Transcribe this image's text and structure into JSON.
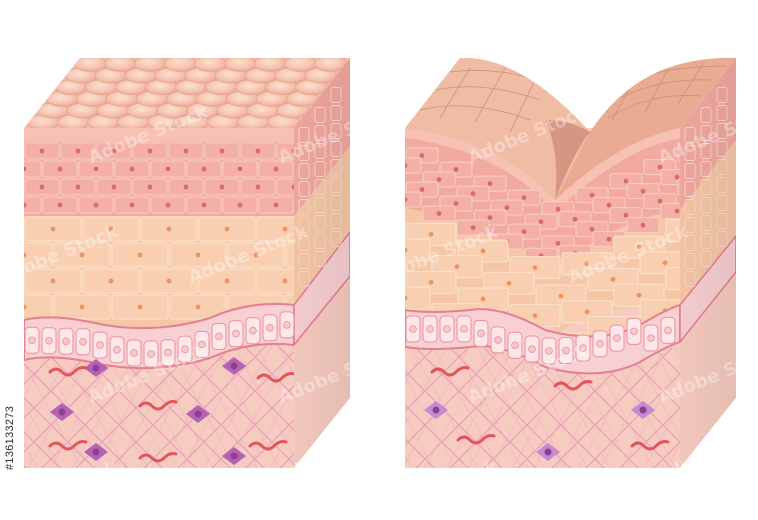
{
  "image_id_label": "#136133273",
  "watermark_text": "Adobe Stock",
  "blocks": [
    {
      "id": "healthy",
      "surface": "smooth"
    },
    {
      "id": "wrinkled",
      "surface": "wrinkle"
    }
  ],
  "layers": [
    {
      "name": "stratum-corneum-surface",
      "color": "#f7c6b2"
    },
    {
      "name": "outer-keratinocyte-layer",
      "color": "#f2a9a0"
    },
    {
      "name": "spinous-layer",
      "color": "#f6c7a6"
    },
    {
      "name": "basal-layer",
      "color": "#f8cfd3"
    },
    {
      "name": "dermis",
      "color": "#f6cbc0"
    }
  ],
  "colors": {
    "fibroblast": "#b561b4",
    "fibroblast_light": "#c78ad0",
    "capillary": "#e2555a",
    "collagen_fiber": "#e89bb4",
    "nucleus_outer": "#d96b6a",
    "nucleus_spinous": "#ee9460"
  }
}
